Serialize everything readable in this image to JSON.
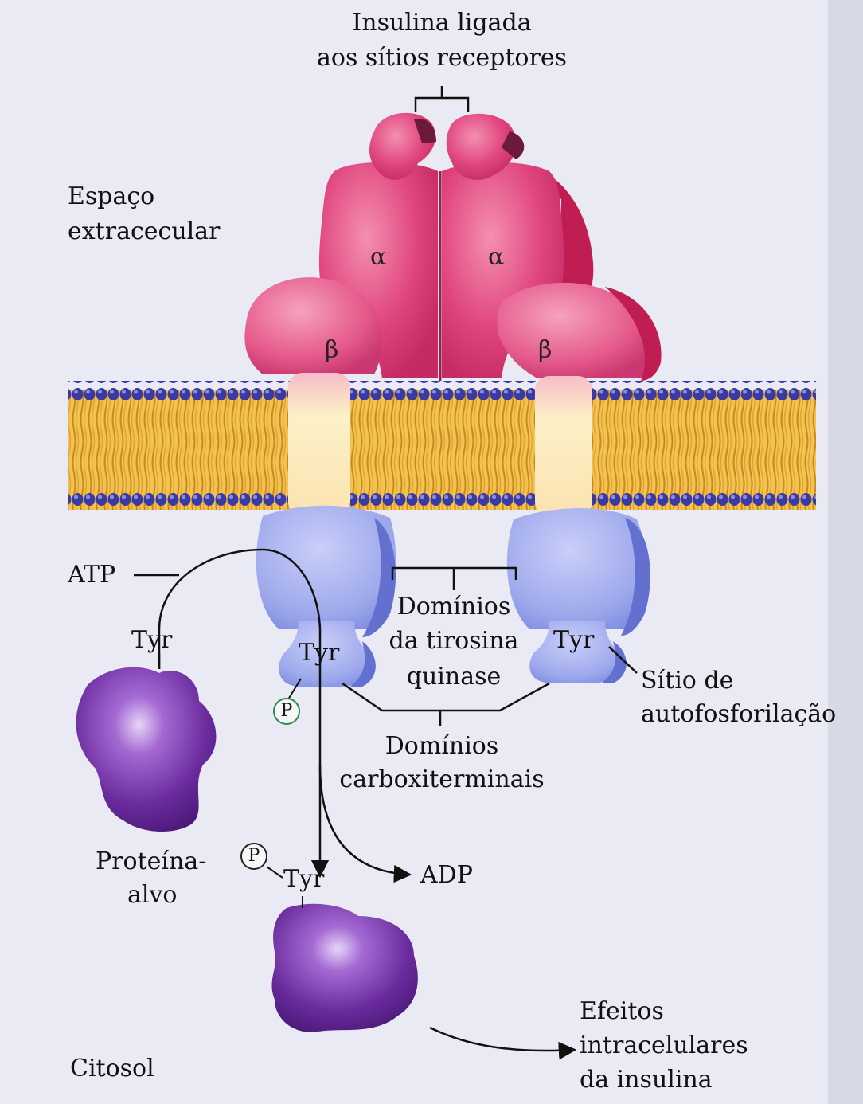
{
  "labels": {
    "insulin_line1": "Insulina ligada",
    "insulin_line2": "aos sítios receptores",
    "extracellular_line1": "Espaço",
    "extracellular_line2": "extracecular",
    "alpha_left": "α",
    "alpha_right": "α",
    "beta_left": "β",
    "beta_right": "β",
    "atp": "ATP",
    "tyr_target": "Tyr",
    "tyr_left_kinase": "Tyr",
    "tyr_right_kinase": "Tyr",
    "tyr_bottom": "Tyr",
    "phospho_left": "P",
    "phospho_bottom": "P",
    "tk_line1": "Domínios",
    "tk_line2": "da tirosina",
    "tk_line3": "quinase",
    "autophos_line1": "Sítio de",
    "autophos_line2": "autofosforilação",
    "ct_line1": "Domínios",
    "ct_line2": "carboxiterminais",
    "target_line1": "Proteína-",
    "target_line2": "alvo",
    "adp": "ADP",
    "effects_line1": "Efeitos",
    "effects_line2": "intracelulares",
    "effects_line3": "da insulina",
    "cytosol": "Citosol"
  },
  "colors": {
    "background": "#e9eaf3",
    "alpha_subunit": "#e0467e",
    "alpha_shadow": "#b81c4f",
    "insulin_dark": "#6d1a3a",
    "beta_top": "#e8628d",
    "transmembrane": "#fde9bc",
    "membrane_heads": "#3b3aa2",
    "membrane_tails": "#e9b23c",
    "kinase_domain": "#a9b3ee",
    "kinase_shadow": "#6470cf",
    "target_protein": "#6a2a9c",
    "phosphate_ring": "#2a8a55"
  }
}
